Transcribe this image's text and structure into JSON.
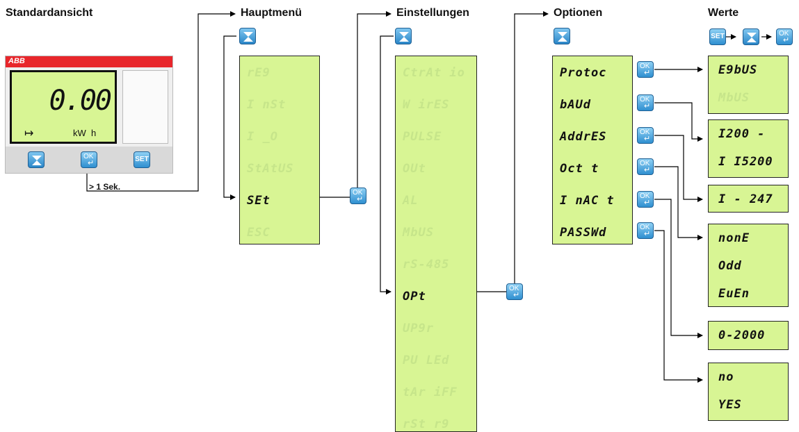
{
  "headers": {
    "standard": "Standardansicht",
    "hauptmenu": "Hauptmenü",
    "einstellungen": "Einstellungen",
    "optionen": "Optionen",
    "werte": "Werte"
  },
  "device": {
    "brand": "ABB",
    "reading": "0.00",
    "unit": "kW  h",
    "arrow": "↦",
    "ok_label": "OK",
    "set_label": "SET",
    "hold_note": "> 1 Sek."
  },
  "buttons": {
    "ok_label": "OK",
    "return_glyph": "↵",
    "set_label": "SET"
  },
  "hauptmenu_items": [
    {
      "label": "rE9",
      "active": false
    },
    {
      "label": "I nSt",
      "active": false
    },
    {
      "label": "I _O",
      "active": false
    },
    {
      "label": "StAtUS",
      "active": false
    },
    {
      "label": "SEt",
      "active": true
    },
    {
      "label": "ESC",
      "active": false
    }
  ],
  "einstellungen_items": [
    {
      "label": "CtrAt io",
      "active": false
    },
    {
      "label": "W irES",
      "active": false
    },
    {
      "label": "PULSE",
      "active": false
    },
    {
      "label": "OUt",
      "active": false
    },
    {
      "label": "AL",
      "active": false
    },
    {
      "label": "MbUS",
      "active": false
    },
    {
      "label": "rS-485",
      "active": false
    },
    {
      "label": "OPt",
      "active": true
    },
    {
      "label": "UP9r",
      "active": false
    },
    {
      "label": "PU LEd",
      "active": false
    },
    {
      "label": "tAr iFF",
      "active": false
    },
    {
      "label": "rSt r9",
      "active": false
    }
  ],
  "optionen_items": [
    {
      "label": "Protoc"
    },
    {
      "label": "bAUd"
    },
    {
      "label": "AddrES"
    },
    {
      "label": "Oct t"
    },
    {
      "label": "I nAC t"
    },
    {
      "label": "PASSWd"
    }
  ],
  "werte_boxes": [
    {
      "lines": [
        {
          "text": "E9bUS",
          "active": true
        },
        {
          "text": "MbUS",
          "active": false
        }
      ]
    },
    {
      "lines": [
        {
          "text": "I200 -",
          "active": true
        },
        {
          "text": "I I5200",
          "active": true
        }
      ]
    },
    {
      "lines": [
        {
          "text": "I - 247",
          "active": true
        }
      ]
    },
    {
      "lines": [
        {
          "text": "nonE",
          "active": true
        },
        {
          "text": "Odd",
          "active": true
        },
        {
          "text": "EuEn",
          "active": true
        }
      ]
    },
    {
      "lines": [
        {
          "text": "0-2000",
          "active": true
        }
      ]
    },
    {
      "lines": [
        {
          "text": "no",
          "active": true
        },
        {
          "text": "YES",
          "active": true
        }
      ]
    }
  ],
  "colors": {
    "lcd_bg": "#d8f594",
    "abb_red": "#e8262b",
    "button_blue": "#2a86c8"
  }
}
